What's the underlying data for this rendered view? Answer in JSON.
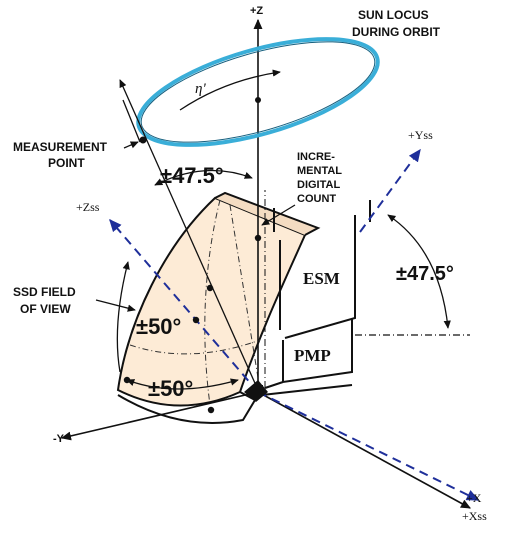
{
  "labels": {
    "sun_locus": [
      "SUN LOCUS",
      "DURING ORBIT"
    ],
    "measurement_point": [
      "MEASUREMENT",
      "POINT"
    ],
    "incremental_count": [
      "INCRE-",
      "MENTAL",
      "DIGITAL",
      "COUNT"
    ],
    "ssd_field": [
      "SSD FIELD",
      "OF VIEW"
    ],
    "angle_top": "±47.5°",
    "angle_right": "±47.5°",
    "angle_mid": "±50°",
    "angle_low": "±50°",
    "eta": "η'",
    "esm": "ESM",
    "pmp": "PMP",
    "axis_z": "+Z",
    "axis_yss": "+Yss",
    "axis_zss": "+Zss",
    "axis_neg_y": "-Y",
    "axis_x": "+X",
    "axis_xss": "+Xss"
  },
  "colors": {
    "ellipse": "#3aaed8",
    "dashed_axis": "#1f2f9a",
    "fov_fill": "#fdebd6",
    "ink": "#111111"
  }
}
